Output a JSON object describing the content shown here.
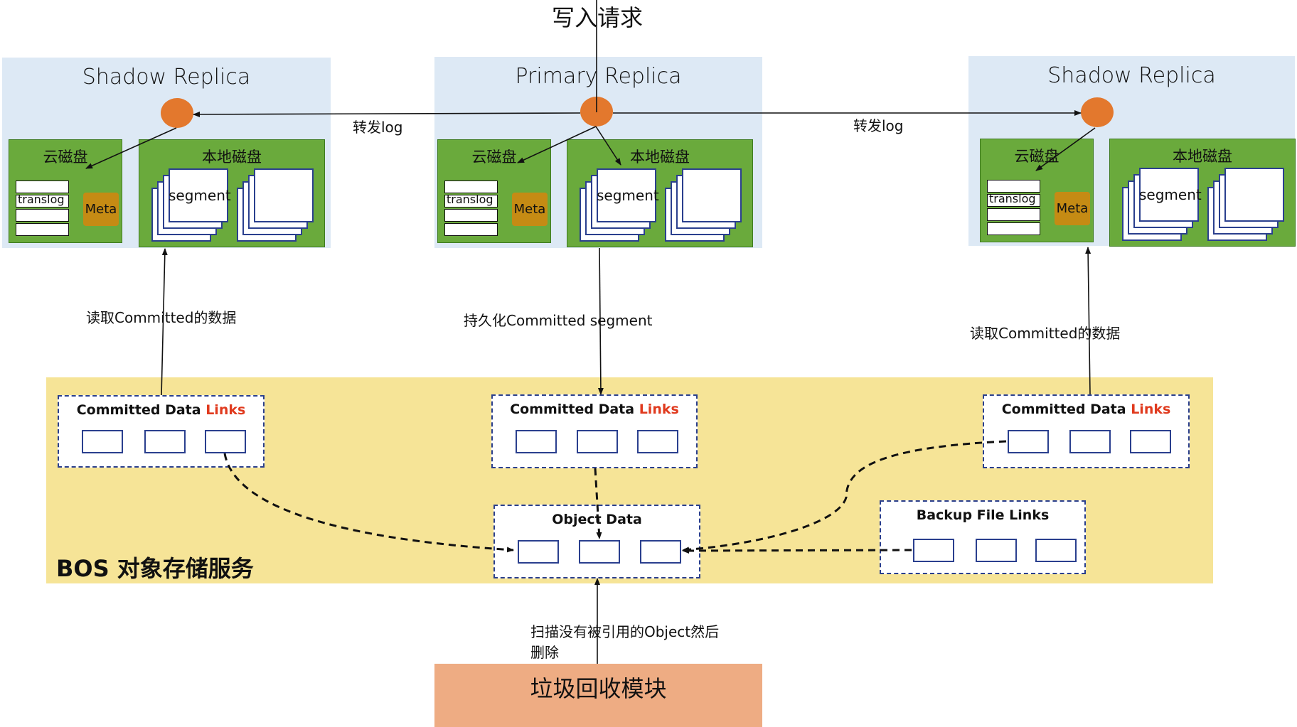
{
  "title": "写入请求",
  "replicas": [
    {
      "title": "Shadow Replica",
      "cloud_disk": "云磁盘",
      "local_disk": "本地磁盘",
      "translog": "translog",
      "meta": "Meta",
      "segment": "segment"
    },
    {
      "title": "Primary Replica",
      "cloud_disk": "云磁盘",
      "local_disk": "本地磁盘",
      "translog": "translog",
      "meta": "Meta",
      "segment": "segment"
    },
    {
      "title": "Shadow Replica",
      "cloud_disk": "云磁盘",
      "local_disk": "本地磁盘",
      "translog": "translog",
      "meta": "Meta",
      "segment": "segment"
    }
  ],
  "edges": {
    "forward_log_left": "转发log",
    "forward_log_right": "转发log",
    "read_left": "读取Committed的数据",
    "persist": "持久化Committed segment",
    "read_right": "读取Committed的数据",
    "gc_scan_line1": "扫描没有被引用的Object然后",
    "gc_scan_line2": "删除"
  },
  "bos": {
    "label": "BOS 对象存储服务",
    "committed_prefix": "Committed Data",
    "committed_suffix": "Links",
    "object_data": "Object Data",
    "backup_links": "Backup File Links"
  },
  "gc_module": "垃圾回收模块",
  "colors": {
    "replica_bg": "#dde9f5",
    "disk_green": "#6aaa3c",
    "node_orange": "#e3782d",
    "meta_gold": "#c58b14",
    "bos_yellow": "#f6e497",
    "gc_salmon": "#eeac83",
    "links_red": "#e03a1e",
    "box_blue": "#2a3f8e"
  }
}
